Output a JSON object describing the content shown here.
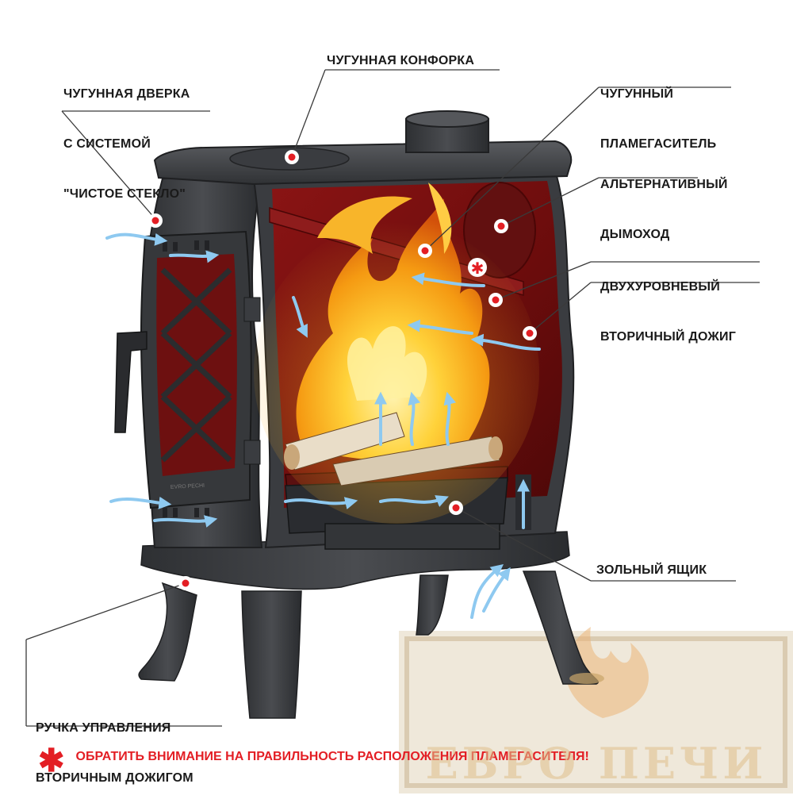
{
  "labels": {
    "door": [
      "ЧУГУННАЯ ДВЕРКА",
      "С СИСТЕМОЙ",
      "\"ЧИСТОЕ СТЕКЛО\""
    ],
    "hotplate": "ЧУГУННАЯ КОНФОРКА",
    "flame_arrestor": [
      "ЧУГУННЫЙ",
      "ПЛАМЕГАСИТЕЛЬ"
    ],
    "alt_chimney": [
      "АЛЬТЕРНАТИВНЫЙ",
      "ДЫМОХОД"
    ],
    "afterburn": [
      "ДВУХУРОВНЕВЫЙ",
      "ВТОРИЧНЫЙ ДОЖИГ"
    ],
    "ash_box": "ЗОЛЬНЫЙ ЯЩИК",
    "control": [
      "РУЧКА УПРАВЛЕНИЯ",
      "ВТОРИЧНЫМ ДОЖИГОМ"
    ]
  },
  "note": {
    "star": "✱",
    "text": "ОБРАТИТЬ ВНИМАНИЕ НА ПРАВИЛЬНОСТЬ РАСПОЛОЖЕНИЯ ПЛАМЕГАСИТЕЛЯ!"
  },
  "door_brand": "EVRO PECHI",
  "watermark": "ЕВРО ПЕЧИ",
  "colors": {
    "stove": "#3d3f42",
    "firebox": "#7a1010",
    "marker": "#e31e24",
    "airflow": "#8ec9f0",
    "flame": "#f6a21a"
  }
}
